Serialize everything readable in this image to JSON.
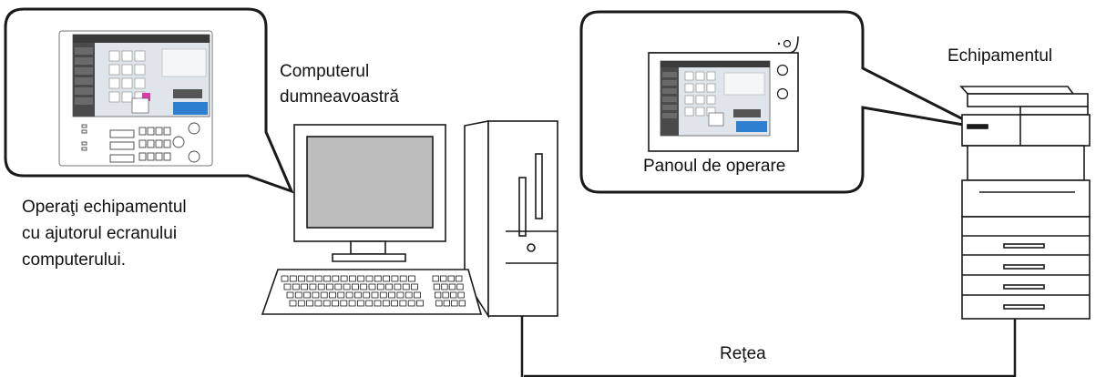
{
  "labels": {
    "computer_line1": "Computerul",
    "computer_line2": "dumneavoastră",
    "operate_line1": "Operaţi echipamentul",
    "operate_line2": "cu ajutorul ecranului",
    "operate_line3": "computerului.",
    "equipment": "Echipamentul",
    "operation_panel": "Panoul de operare",
    "network": "Reţea"
  },
  "colors": {
    "line": "#1a1a1a",
    "monitor_screen": "#bdbdbd",
    "ui_blue": "#2f7fd1",
    "ui_dark": "#3a3a3a",
    "ui_magenta": "#d63fa8"
  },
  "icons": [
    "computer-monitor-icon",
    "keyboard-icon",
    "pc-tower-icon",
    "multifunction-printer-icon",
    "operation-panel-icon"
  ]
}
